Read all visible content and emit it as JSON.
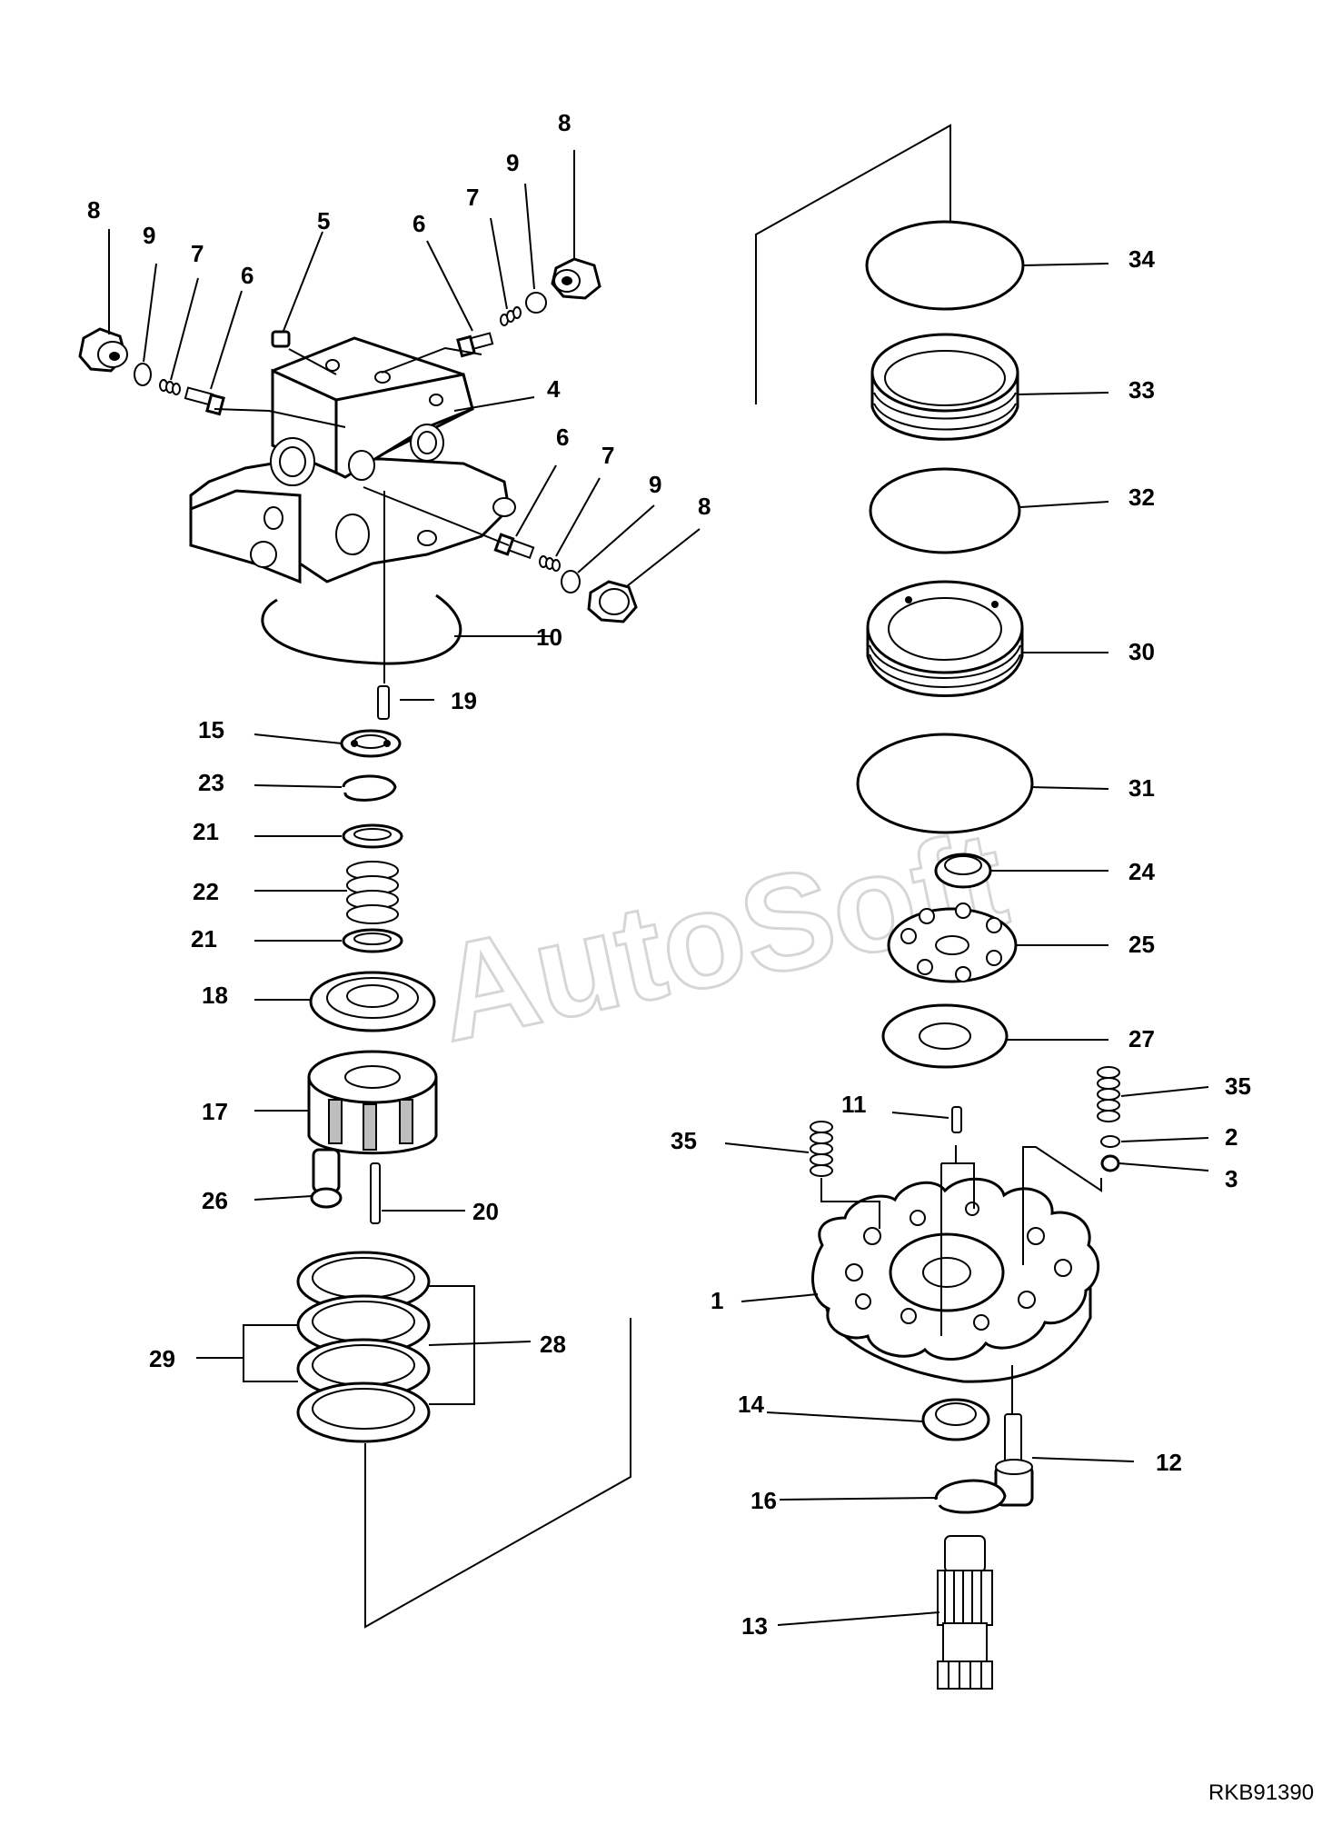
{
  "watermark": "AutoSoft",
  "reference_code": "RKB91390",
  "callouts": {
    "c8a": "8",
    "c9a": "9",
    "c7a": "7",
    "c6a": "6",
    "c5": "5",
    "c6b": "6",
    "c7b": "7",
    "c9b": "9",
    "c8b": "8",
    "c4": "4",
    "c6c": "6",
    "c7c": "7",
    "c9c": "9",
    "c8c": "8",
    "c10": "10",
    "c19": "19",
    "c15": "15",
    "c23": "23",
    "c21a": "21",
    "c22": "22",
    "c21b": "21",
    "c18": "18",
    "c17": "17",
    "c26": "26",
    "c20": "20",
    "c29": "29",
    "c28": "28",
    "c34": "34",
    "c33": "33",
    "c32": "32",
    "c30": "30",
    "c31": "31",
    "c24": "24",
    "c25": "25",
    "c27": "27",
    "c11": "11",
    "c35a": "35",
    "c35b": "35",
    "c2": "2",
    "c3": "3",
    "c1": "1",
    "c14": "14",
    "c12": "12",
    "c16": "16",
    "c13": "13"
  }
}
